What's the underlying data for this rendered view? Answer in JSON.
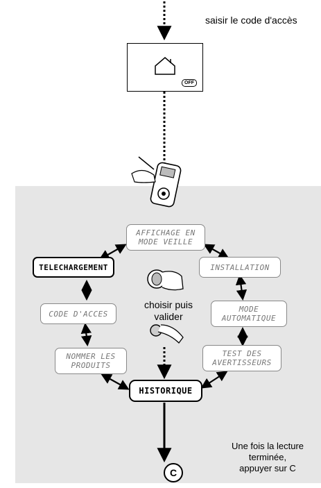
{
  "top_instruction": "saisir le code d'accès",
  "screen": {
    "off_label": "OFF"
  },
  "menu": {
    "affichage": "AFFICHAGE EN\nMODE VEILLE",
    "telechargement": "TELECHARGEMENT",
    "installation": "INSTALLATION",
    "code_acces": "CODE D'ACCES",
    "mode_automatique": "MODE\nAUTOMATIQUE",
    "nommer_produits": "NOMMER LES\nPRODUITS",
    "test_avertisseurs": "TEST DES\nAVERTISSEURS",
    "historique": "HISTORIQUE"
  },
  "center_instruction": "choisir puis\nvalider",
  "bottom_instruction": "Une fois la lecture\nterminée,\nappuyer sur C",
  "end_button": "C"
}
